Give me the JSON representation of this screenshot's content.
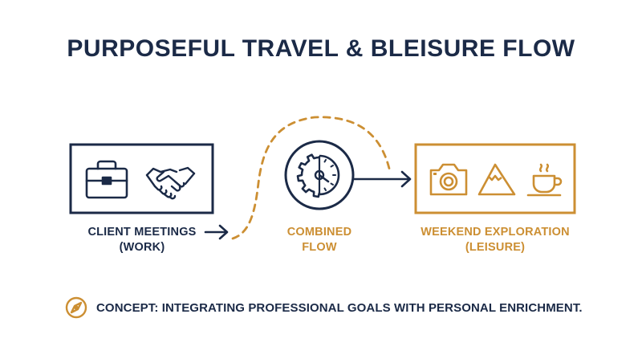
{
  "title": "PURPOSEFUL TRAVEL & BLEISURE FLOW",
  "colors": {
    "navy": "#1b2a47",
    "gold": "#cc8f33",
    "background": "#ffffff"
  },
  "nodes": {
    "work": {
      "line1": "CLIENT MEETINGS",
      "line2": "(WORK)",
      "icons": [
        "briefcase-icon",
        "handshake-icon"
      ]
    },
    "combined": {
      "line1": "COMBINED",
      "line2": "FLOW",
      "icons": [
        "gear-clock-icon"
      ]
    },
    "leisure": {
      "line1": "WEEKEND EXPLORATION",
      "line2": "(LEISURE)",
      "icons": [
        "camera-icon",
        "mountain-icon",
        "coffee-cup-icon"
      ]
    }
  },
  "concept": {
    "text": "CONCEPT: INTEGRATING PROFESSIONAL GOALS WITH PERSONAL ENRICHMENT.",
    "icon": "compass-icon"
  }
}
